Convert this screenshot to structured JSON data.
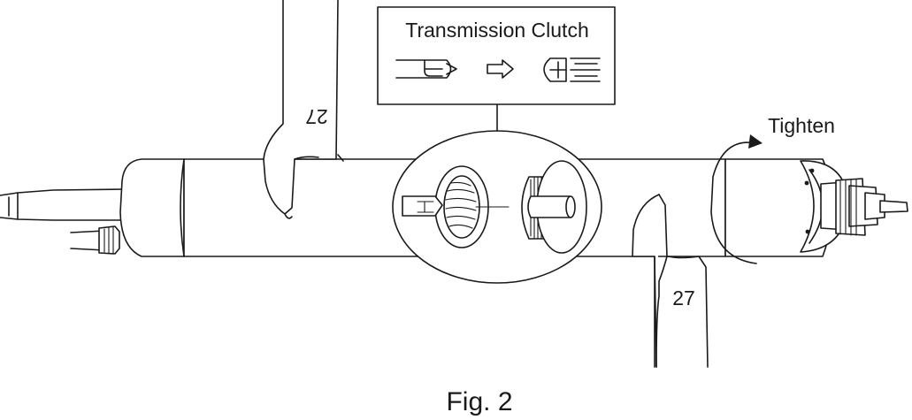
{
  "figure": {
    "inset_title": "Transmission Clutch",
    "tighten_label": "Tighten",
    "wrench_left_size": "27",
    "wrench_right_size": "27",
    "caption": "Fig. 2"
  }
}
